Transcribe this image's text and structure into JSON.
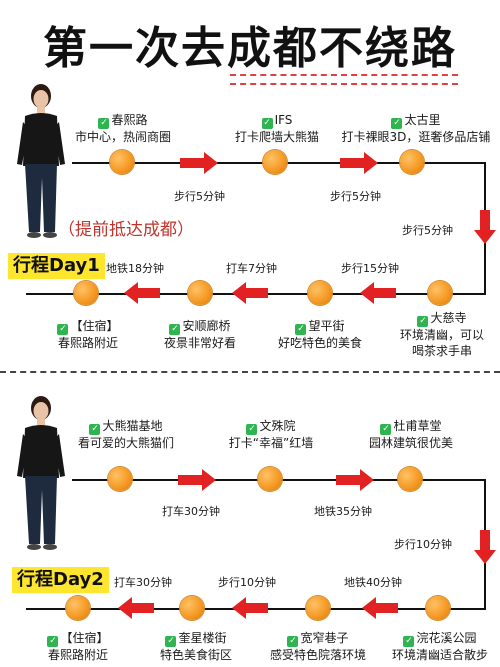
{
  "title": "第一次去成都不绕路",
  "day1": {
    "day_label": "行程Day1",
    "note": "（提前抵达成都）",
    "top_stops": [
      {
        "name": "春熙路",
        "desc": "市中心，热闹商圈"
      },
      {
        "name": "IFS",
        "desc": "打卡爬墙大熊猫"
      },
      {
        "name": "太古里",
        "desc": "打卡裸眼3D，逛奢侈品店铺"
      }
    ],
    "top_travel": [
      "步行5分钟",
      "步行5分钟"
    ],
    "side_travel": "步行5分钟",
    "bottom_stops": [
      {
        "name": "【住宿】",
        "desc": "春熙路附近"
      },
      {
        "name": "安顺廊桥",
        "desc": "夜景非常好看"
      },
      {
        "name": "望平街",
        "desc": "好吃特色的美食"
      },
      {
        "name": "大慈寺",
        "desc": "环境清幽，可以",
        "desc2": "喝茶求手串"
      }
    ],
    "bottom_travel": [
      "地铁18分钟",
      "打车7分钟",
      "步行15分钟"
    ]
  },
  "day2": {
    "day_label": "行程Day2",
    "top_stops": [
      {
        "name": "大熊猫基地",
        "desc": "看可爱的大熊猫们"
      },
      {
        "name": "文殊院",
        "desc": "打卡“幸福”红墙"
      },
      {
        "name": "杜甫草堂",
        "desc": "园林建筑很优美"
      }
    ],
    "top_travel": [
      "打车30分钟",
      "地铁35分钟"
    ],
    "side_travel": "步行10分钟",
    "bottom_stops": [
      {
        "name": "【住宿】",
        "desc": "春熙路附近"
      },
      {
        "name": "奎星楼街",
        "desc": "特色美食街区"
      },
      {
        "name": "宽窄巷子",
        "desc": "感受特色院落环境"
      },
      {
        "name": "浣花溪公园",
        "desc": "环境清幽适合散步"
      }
    ],
    "bottom_travel": [
      "打车30分钟",
      "步行10分钟",
      "地铁40分钟"
    ]
  }
}
